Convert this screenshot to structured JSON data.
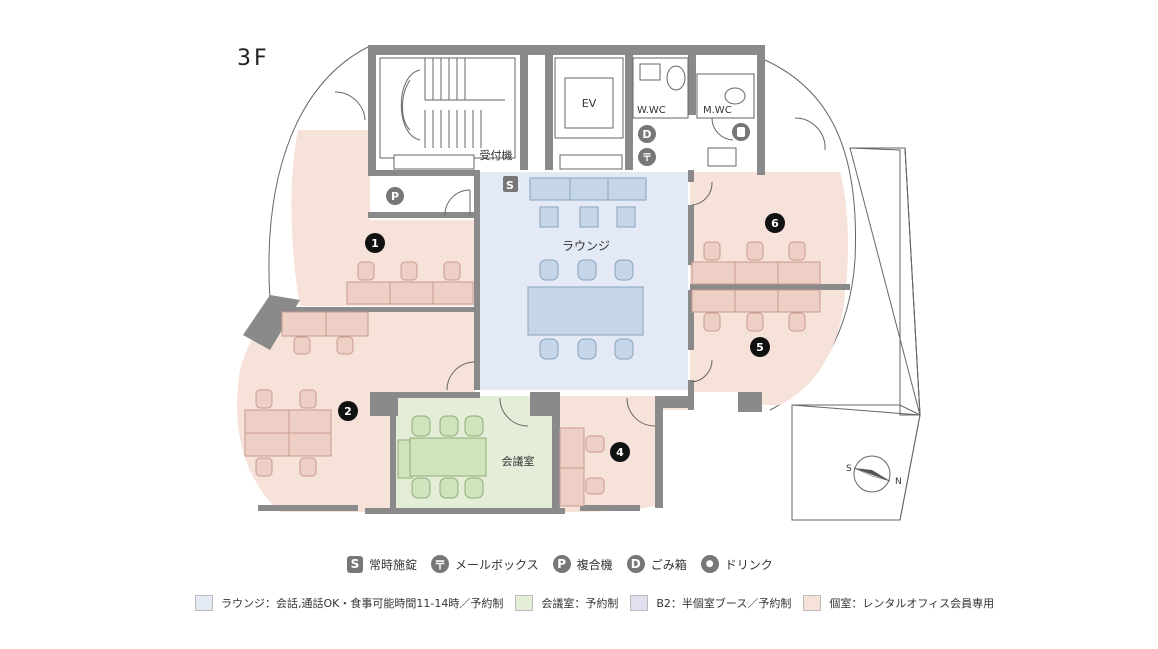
{
  "floor": "3F",
  "labels": {
    "lounge": "ラウンジ",
    "meeting": "会議室",
    "reception": "受付機",
    "ev": "EV",
    "wwc": "W.WC",
    "mwc": "M.WC",
    "compass_s": "S",
    "compass_n": "N"
  },
  "rooms": {
    "r1": "1",
    "r2": "2",
    "r4": "4",
    "r5": "5",
    "r6": "6"
  },
  "map_symbols": {
    "s": "S",
    "p": "P",
    "d": "D"
  },
  "legend_symbols": [
    {
      "mark": "S",
      "label": "常時施錠"
    },
    {
      "mark": "〒",
      "label": "メールボックス"
    },
    {
      "mark": "P",
      "label": "複合機"
    },
    {
      "mark": "D",
      "label": "ごみ箱"
    },
    {
      "mark": "●",
      "label": "ドリンク"
    }
  ],
  "legend_areas": [
    {
      "label": "ラウンジ：会話,通話OK・食事可能時間11-14時／予約制",
      "color": "#e3eaf5"
    },
    {
      "label": "会議室：予約制",
      "color": "#e3edd8"
    },
    {
      "label": "B2：半個室ブース／予約制",
      "color": "#e4dff0"
    },
    {
      "label": "個室：レンタルオフィス会員専用",
      "color": "#f7e2da"
    }
  ],
  "colors": {
    "private": "#f7e2da",
    "lounge": "#e3eaf5",
    "meeting": "#e3edd8",
    "wall": "#888888",
    "desk_private": "#eecfc5",
    "desk_lounge": "#c5d6e8",
    "desk_meeting": "#cfe3bd"
  }
}
